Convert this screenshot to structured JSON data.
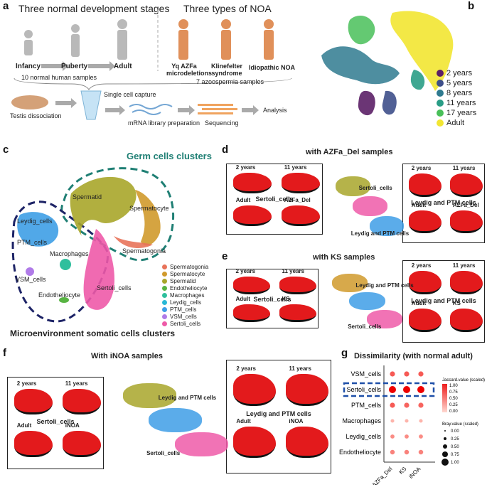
{
  "panel_labels": {
    "a": "a",
    "b": "b",
    "c": "c",
    "d": "d",
    "e": "e",
    "f": "f",
    "g": "g"
  },
  "panel_a": {
    "header_left": "Three normal development stages",
    "header_right": "Three types of NOA",
    "stages": [
      "Infancy",
      "Puberty",
      "Adult"
    ],
    "noa_types": [
      "Yq AZFa microdeletions",
      "Klinefelter syndrome",
      "Idiopathic NOA"
    ],
    "normal_samples": "10 normal human samples",
    "azoospermia_samples": "7 azoospermia samples",
    "workflow": [
      "Testis dissociation",
      "Single cell capture",
      "mRNA library preparation",
      "Sequencing",
      "Analysis"
    ]
  },
  "panel_b": {
    "legend": [
      {
        "label": "2 years",
        "color": "#5b1f66"
      },
      {
        "label": "5 years",
        "color": "#3e4f8a"
      },
      {
        "label": "8 years",
        "color": "#2f7a8f"
      },
      {
        "label": "11 years",
        "color": "#2a9d86"
      },
      {
        "label": "17 years",
        "color": "#49bf59"
      },
      {
        "label": "Adult",
        "color": "#f2e632"
      }
    ]
  },
  "panel_c": {
    "germ_title": "Germ cells clusters",
    "somatic_title": "Microenvironment somatic cells clusters",
    "cluster_labels": [
      "Spermatid",
      "Spermatocyte",
      "Spermatogonia",
      "Leydig_cells",
      "PTM_cells",
      "Macrophages",
      "VSM_cells",
      "Endotheliocyte",
      "Sertoli_cells"
    ],
    "legend": [
      {
        "label": "Spermatogonia",
        "color": "#e8735a"
      },
      {
        "label": "Spermatocyte",
        "color": "#d09a2c"
      },
      {
        "label": "Spermatid",
        "color": "#a8a62a"
      },
      {
        "label": "Endotheliocyte",
        "color": "#58b443"
      },
      {
        "label": "Macrophages",
        "color": "#2fbf9d"
      },
      {
        "label": "Leydig_cells",
        "color": "#29b8d6"
      },
      {
        "label": "PTM_cells",
        "color": "#3e9ee6"
      },
      {
        "label": "VSM_cells",
        "color": "#b07be8"
      },
      {
        "label": "Sertoli_cells",
        "color": "#ee5aa8"
      }
    ]
  },
  "panel_d": {
    "title": "with AZFa_Del samples",
    "left": {
      "labels": [
        "2 years",
        "11 years",
        "Adult",
        "AZFa_Del"
      ],
      "center": "Sertoli_cells"
    },
    "right": {
      "labels": [
        "2 years",
        "11 years",
        "Adult",
        "AZFa_Del"
      ],
      "center": "Leydig and PTM cells"
    },
    "mid_labels": [
      "Sertoli_cells",
      "Leydig and PTM cells"
    ]
  },
  "panel_e": {
    "title": "with KS samples",
    "left": {
      "labels": [
        "2 years",
        "11 years",
        "Adult",
        "KS"
      ],
      "center": "Sertoli_cells"
    },
    "right": {
      "labels": [
        "2 years",
        "11 years",
        "Adult",
        "KS"
      ],
      "center": "Leydig and PTM cells"
    },
    "mid_labels": [
      "Leydig and PTM cells",
      "Sertoli_cells"
    ]
  },
  "panel_f": {
    "title": "With iNOA samples",
    "left": {
      "labels": [
        "2 years",
        "11 years",
        "Adult",
        "iNOA"
      ],
      "center": "Sertoli_cells"
    },
    "right": {
      "labels": [
        "2 years",
        "11 years",
        "Adult",
        "iNOA"
      ],
      "center": "Leydig and PTM cells"
    },
    "mid_labels": [
      "Leydig and PTM cells",
      "Sertoli_cells"
    ]
  },
  "chart_data": {
    "type": "scatter",
    "title": "Dissimilarity (with normal adult)",
    "rows": [
      "VSM_cells",
      "Sertoli_cells",
      "PTM_cells",
      "Macrophages",
      "Leydig_cells",
      "Endotheliocyte"
    ],
    "columns": [
      "AZFa_Del",
      "KS",
      "iNOA"
    ],
    "jaccard": [
      [
        0.55,
        0.55,
        0.55
      ],
      [
        1.0,
        1.0,
        1.0
      ],
      [
        0.55,
        0.5,
        0.5
      ],
      [
        0.1,
        0.1,
        0.1
      ],
      [
        0.3,
        0.3,
        0.3
      ],
      [
        0.35,
        0.35,
        0.35
      ]
    ],
    "bray": [
      [
        0.3,
        0.3,
        0.3
      ],
      [
        0.5,
        0.5,
        0.5
      ],
      [
        0.3,
        0.3,
        0.3
      ],
      [
        0.15,
        0.15,
        0.15
      ],
      [
        0.2,
        0.2,
        0.2
      ],
      [
        0.25,
        0.25,
        0.25
      ]
    ],
    "highlighted_row": "Sertoli_cells",
    "jaccard_legend": {
      "title": "Jaccard.value (scaled)",
      "ticks": [
        "1.00",
        "0.75",
        "0.50",
        "0.25",
        "0.00"
      ]
    },
    "bray_legend": {
      "title": "Bray.value (scaled)",
      "ticks": [
        "0.00",
        "0.25",
        "0.50",
        "0.75",
        "1.00"
      ]
    }
  }
}
